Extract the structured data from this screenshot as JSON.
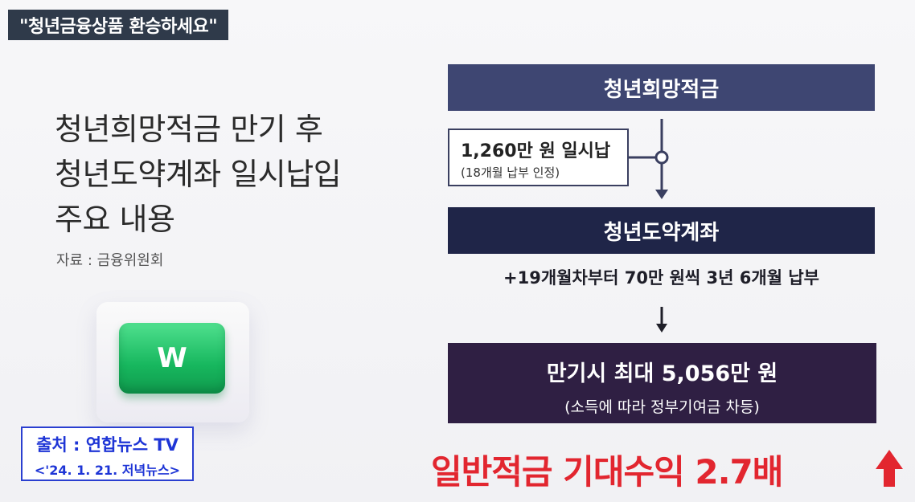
{
  "top_tag": "\"청년금융상품 환승하세요\"",
  "headline": [
    "청년희망적금 만기 후",
    "청년도약계좌 일시납입",
    "주요 내용"
  ],
  "source": "자료 : 금융위원회",
  "key_letter": "W",
  "credit": {
    "line1": "출처 : 연합뉴스 TV",
    "line2": "<'24. 1. 21. 저녁뉴스>"
  },
  "flow": {
    "box1": "청년희망적금",
    "lump_value": "1,260만 원 일시납",
    "lump_note": "(18개월 납부 인정)",
    "box2": "청년도약계좌",
    "payment": "+19개월차부터 70만 원씩 3년 6개월 납부",
    "result_main": "만기시 최대 5,056만 원",
    "result_note": "(소득에 따라 정부기여금 차등)"
  },
  "banner": "일반적금 기대수익 2.7배",
  "colors": {
    "box1": "#3e4672",
    "box2": "#1f2548",
    "box3": "#2f1f43",
    "banner_red": "#e2262f",
    "credit_blue": "#1e35d6",
    "key_green": "#17b75e"
  },
  "icons": [
    "down-arrow-icon",
    "junction-circle-icon",
    "up-arrow-icon"
  ]
}
